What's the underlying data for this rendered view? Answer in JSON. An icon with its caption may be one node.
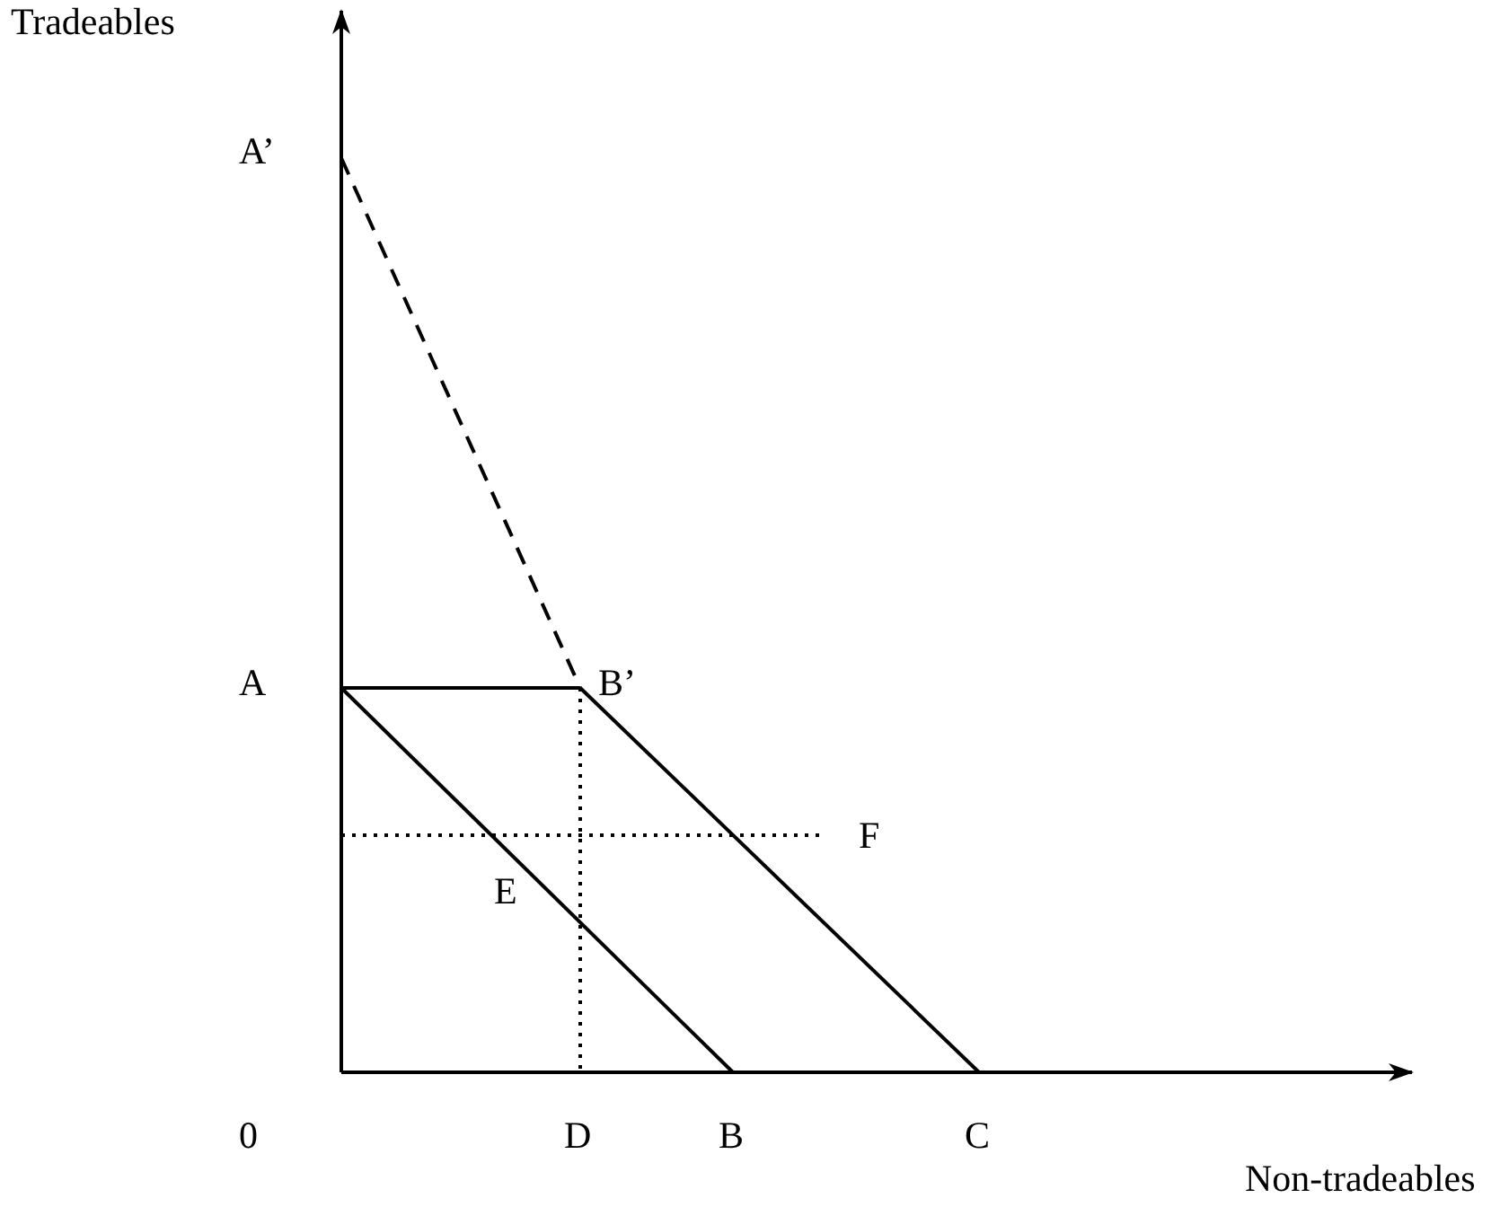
{
  "diagram": {
    "labels": [
      "Tradeables",
      "A’",
      "A",
      "B’",
      "F",
      "E",
      "0",
      "D",
      "B",
      "C",
      "Non-tradeables"
    ]
  }
}
